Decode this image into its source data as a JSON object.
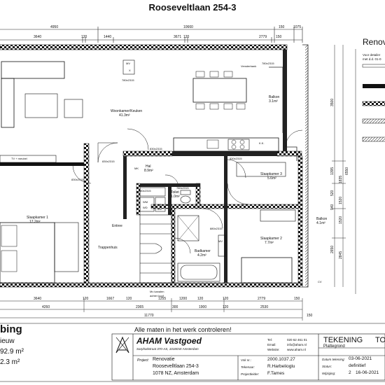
{
  "sheet": {
    "title": "Rooseveltlaan 254-3",
    "right_heading": "Renov",
    "legend_note_1": "Voor detailer",
    "legend_note_2": "met d.d. 01-0"
  },
  "dimensions": {
    "top_row1": [
      "4950",
      "10660",
      "150",
      "1075"
    ],
    "top_row2": [
      "3640",
      "120",
      "1440",
      "3671",
      "120",
      "2779",
      "150"
    ],
    "bottom_row1": [
      "3640",
      "120",
      "1667",
      "120",
      "1255",
      "1200",
      "120",
      "120",
      "2779",
      "150"
    ],
    "bottom_row2": [
      "4260",
      "2365",
      "300",
      "1900",
      "120",
      "2530"
    ],
    "bottom_row3": [
      "11770",
      "150"
    ],
    "right_col": [
      "3500",
      "1395",
      "1835",
      "6550",
      "520",
      "1520",
      "940",
      "1520",
      "2650",
      "2845"
    ]
  },
  "rooms": {
    "living": {
      "name": "Woonkamer/Keuken",
      "area": "41.3m²"
    },
    "balcony_top": {
      "name": "Balkon",
      "area": "3.1m²"
    },
    "hall": {
      "name": "Hal",
      "area": "8.9m²"
    },
    "bedroom3": {
      "name": "Slaapkamer 3",
      "area": "5.6m²"
    },
    "toilet": {
      "name": "Toilet",
      "area": "1.0m²"
    },
    "bedroom1": {
      "name": "Slaapkamer 1",
      "area": "17.2m²"
    },
    "bedroom2": {
      "name": "Slaapkamer 2",
      "area": "7.7m²"
    },
    "balcony_right": {
      "name": "Balkon",
      "area": "4.1m²"
    },
    "bathroom": {
      "name": "Badkamer",
      "area": "4.2m²"
    },
    "stairwell": "Trappenhuis",
    "entrance": "Entree"
  },
  "labels": {
    "mv": "MV",
    "x": "X",
    "vensterbank": "Vensterbank",
    "door_sizes": [
      "780x2315",
      "780x2315",
      "830x2315",
      "830x2315",
      "830x2315",
      "830x2315",
      "780x2315",
      "880x2315",
      "780x2315"
    ],
    "tv": "TV + meubel",
    "ks": "K.K.",
    "mk": "MK",
    "wm": "WM",
    "wd": "WD",
    "tr": "TR",
    "mv2": "MV",
    "cv": "CV",
    "mv_bath": "MV",
    "kast_note_1": "Mv kanalen",
    "kast_note_2": "achter koof"
  },
  "left_block": {
    "line1": "bing",
    "line2": "ieuw",
    "line3": "92.9 m²",
    "line4": "2.3 m²"
  },
  "warning": "Alle maten in het werk controleren!",
  "titleblock": {
    "company": "AHAM Vastgoed",
    "company_address": "Sarphatistraat 370-AS, 1018GW Amsterdam",
    "tel_label": "Tel:",
    "tel": "020 62 461 01",
    "email_label": "Email:",
    "email": "info@aham.nl",
    "web_label": "Website:",
    "web": "www.aham.nl",
    "project_label": "Project:",
    "project": "Renovatie",
    "address1": "Roosevelltlaan 254-3",
    "address2": "1078 NZ, Amsterdam",
    "vs_label": "Vsk nr.:",
    "vs": "2000.1037.27",
    "tekenaar_label": "Tekenaar:",
    "tekenaar": "R.Harbelioglu",
    "projectleider_label": "Projectleider:",
    "projectleider": "F.Tames",
    "drawing_title": "TEKENING",
    "drawing_title_cut": "TO",
    "drawing_sub": "Plattegrond",
    "datum_label": "Datum tekening:",
    "datum": "03-06-2021",
    "status_label": "Status:",
    "status": "definitief",
    "wijziging_label": "Wijziging:",
    "wijziging_nr": "2",
    "wijziging_datum": "16-06-2021"
  }
}
